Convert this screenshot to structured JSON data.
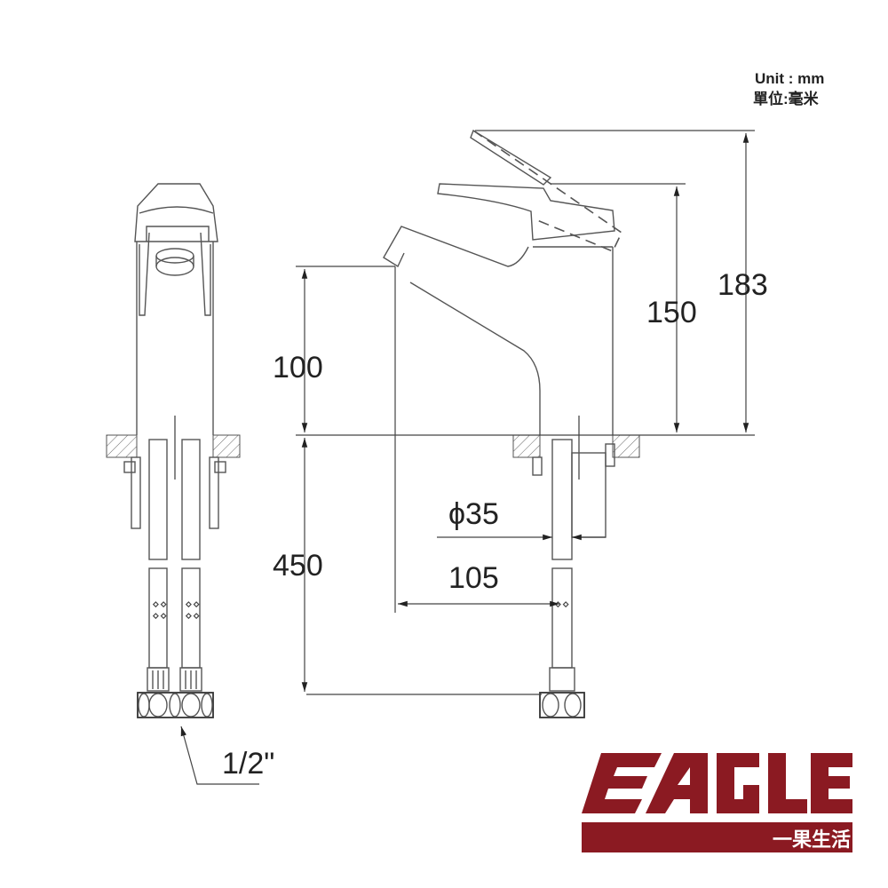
{
  "unit": {
    "en": "Unit : mm",
    "zh": "單位:毫米"
  },
  "dimensions": {
    "height_total": "183",
    "height_handle": "150",
    "height_spout": "100",
    "hose_length": "450",
    "base_diameter": "ϕ35",
    "spout_reach": "105",
    "connector": "1/2\""
  },
  "logo": {
    "name": "EAGLE",
    "subtitle": "一果生活",
    "color": "#8b1a22"
  }
}
